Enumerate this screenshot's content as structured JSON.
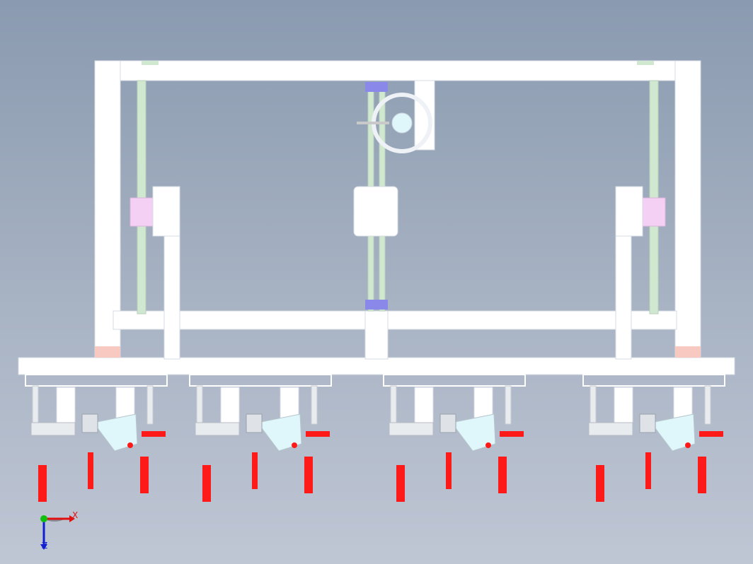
{
  "viewport": {
    "background_top": "#8a9ab0",
    "background_bottom": "#bfc6d4"
  },
  "frame": {
    "color": "#ffffff",
    "outline": "#d6dbe3"
  },
  "rails": {
    "color": "#cfe8cf"
  },
  "slide_blocks": {
    "color": "#f5d0f5"
  },
  "feet_pads": {
    "color": "#f7c9c0"
  },
  "lead_screw_nuts": {
    "color": "#8a88e8"
  },
  "handwheel": {
    "hub_color": "#dff6fb"
  },
  "clamp_modules": {
    "count": 4,
    "handle_color": "#ff1a1a",
    "body_color": "#dff6fb",
    "bracket_color": "#e9ecef"
  },
  "triad": {
    "x_label": "X",
    "z_label": "Z",
    "x_color": "#e01010",
    "y_color": "#10c010",
    "z_color": "#1020d0"
  }
}
